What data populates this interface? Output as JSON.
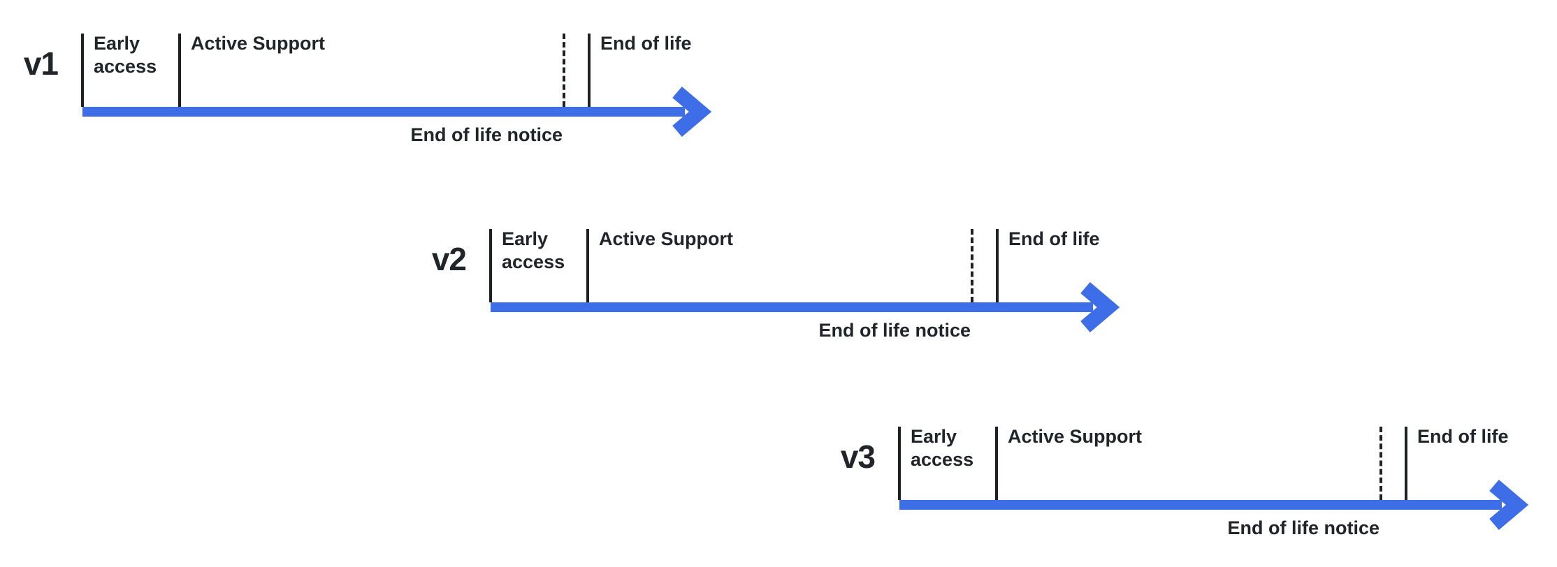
{
  "colors": {
    "arrow_blue": "#3d6ee8",
    "line_dark": "#1d2126",
    "text_dark": "#212529",
    "background": "#ffffff"
  },
  "timelines": [
    {
      "version": "v1",
      "early_access": "Early access",
      "active_support": "Active Support",
      "end_of_life": "End of life",
      "eol_notice": "End of life notice"
    },
    {
      "version": "v2",
      "early_access": "Early access",
      "active_support": "Active Support",
      "end_of_life": "End of life",
      "eol_notice": "End of life notice"
    },
    {
      "version": "v3",
      "early_access": "Early access",
      "active_support": "Active Support",
      "end_of_life": "End of life",
      "eol_notice": "End of life notice"
    }
  ]
}
